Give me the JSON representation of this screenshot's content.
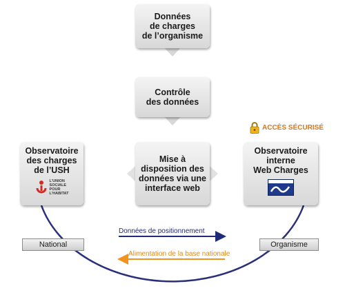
{
  "nodes": {
    "charges": "Données\nde charges\nde l’organisme",
    "controle": "Contrôle\ndes données",
    "mise": "Mise à\ndisposition des\ndonnées via une\ninterface web",
    "ush": "Observatoire\ndes charges\nde l’USH",
    "ush_logo_text": "L’UNION\nSOCIALE\nPOUR\nL’HABITAT",
    "interne": "Observatoire\ninterne\nWeb Charges"
  },
  "labels": {
    "national": "National",
    "organisme": "Organisme"
  },
  "flows": {
    "positionnement": "Données de positionnement",
    "alimentation": "Alimentation de la base nationale"
  },
  "secure": {
    "text": "ACCÈS SÉCURISÉ",
    "icon": "padlock-icon"
  },
  "colors": {
    "circle": "#2a2f7a",
    "flow_blue": "#1f2a78",
    "flow_orange": "#f0941e",
    "secure": "#d8751f",
    "ush_red": "#d42a23",
    "webcharges_blue": "#1f3a8a"
  }
}
